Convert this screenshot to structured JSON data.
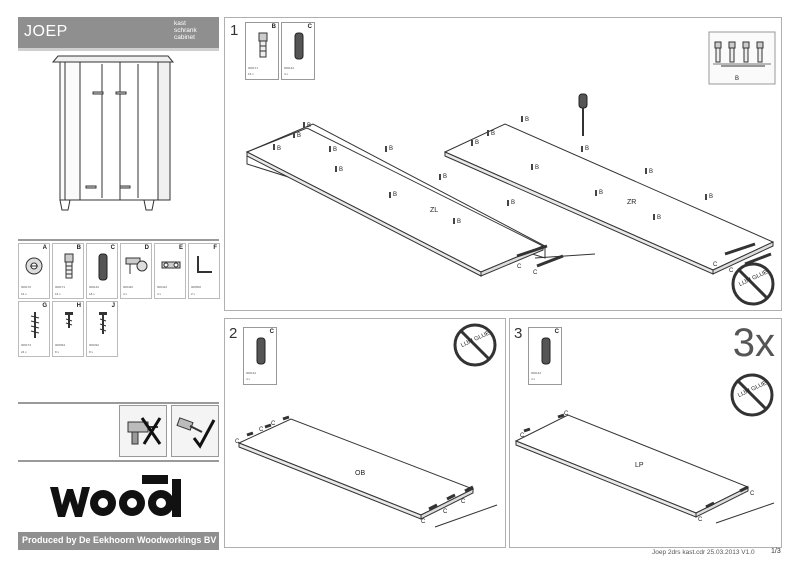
{
  "header": {
    "title": "JOEP",
    "lang_lines": [
      "kast",
      "schrank",
      "cabinet"
    ]
  },
  "parts": [
    {
      "letter": "A",
      "code": "000170",
      "qty": "16 x",
      "icon": "cam-lock-icon"
    },
    {
      "letter": "B",
      "code": "000171",
      "qty": "16 x",
      "icon": "cam-bolt-icon"
    },
    {
      "letter": "C",
      "code": "000142",
      "qty": "18 x",
      "icon": "wooden-dowel-icon"
    },
    {
      "letter": "D",
      "code": "000440",
      "qty": "4 x",
      "icon": "hinge-icon"
    },
    {
      "letter": "E",
      "code": "000412",
      "qty": "4 x",
      "icon": "hinge-plate-icon"
    },
    {
      "letter": "F",
      "code": "000500",
      "qty": "2 x",
      "icon": "bracket-icon"
    },
    {
      "letter": "G",
      "code": "000173",
      "qty": "24 x",
      "icon": "long-screw-icon"
    },
    {
      "letter": "H",
      "code": "000094",
      "qty": "8 x",
      "icon": "short-screw-icon"
    },
    {
      "letter": "J",
      "code": "000332",
      "qty": "8 x",
      "icon": "medium-screw-icon"
    }
  ],
  "footer": {
    "company": "Produced by De Eekhoorn Woodworkings BV",
    "doc_info": "Joep 2drs kast.cdr 25.03.2013 V1.0",
    "page": "1/3"
  },
  "step1": {
    "number": "1",
    "parts": [
      {
        "letter": "B",
        "code": "000171",
        "qty": "16 x"
      },
      {
        "letter": "C",
        "code": "000142",
        "qty": "4 x"
      }
    ],
    "board_left": "ZL",
    "board_right": "ZR",
    "fastener_label": "B",
    "dowel_label": "C",
    "detail_label": "B",
    "no_glue": "LIJM GLUE"
  },
  "step2": {
    "number": "2",
    "part": {
      "letter": "C",
      "code": "000142",
      "qty": "4 x"
    },
    "board": "OB",
    "dowel_label": "C",
    "no_glue": "LIJM GLUE"
  },
  "step3": {
    "number": "3",
    "multiplier": "3x",
    "part": {
      "letter": "C",
      "code": "000142",
      "qty": "4 x"
    },
    "board": "LP",
    "dowel_label": "C",
    "no_glue": "LIJM GLUE"
  },
  "colors": {
    "header_gray": "#8f8f8f",
    "panel_border": "#b0b0b0",
    "no_sign_red": "#333333"
  }
}
